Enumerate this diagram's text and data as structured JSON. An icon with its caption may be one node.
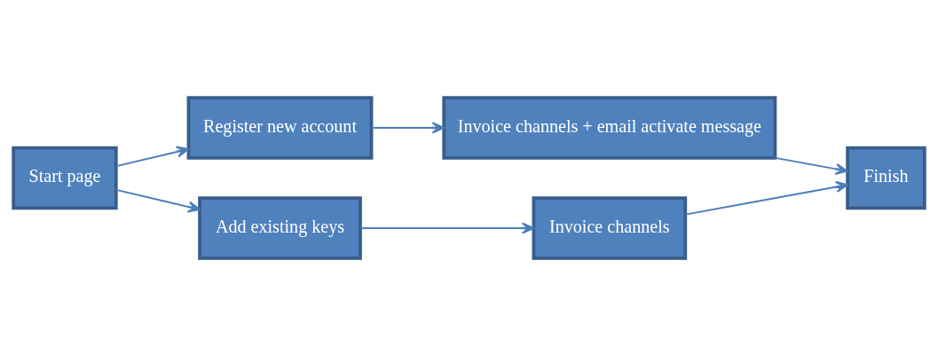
{
  "diagram": {
    "nodes": [
      {
        "text": [
          "Start page"
        ]
      },
      {
        "text": [
          "Register new account"
        ]
      },
      {
        "text": [
          "Invoice channels + email activate message"
        ]
      },
      {
        "text": [
          "Add existing keys"
        ]
      },
      {
        "text": [
          "Invoice channels"
        ]
      },
      {
        "text": [
          "Finish"
        ]
      }
    ],
    "edges": [
      {
        "from": 0,
        "to": 1,
        "arrow": "to"
      },
      {
        "from": 1,
        "to": 2,
        "arrow": "to"
      },
      {
        "from": 2,
        "to": 5,
        "arrow": "to"
      },
      {
        "from": 0,
        "to": 3,
        "arrow": "to"
      },
      {
        "from": 3,
        "to": 4,
        "arrow": "to"
      },
      {
        "from": 4,
        "to": 5,
        "arrow": "to"
      }
    ]
  }
}
